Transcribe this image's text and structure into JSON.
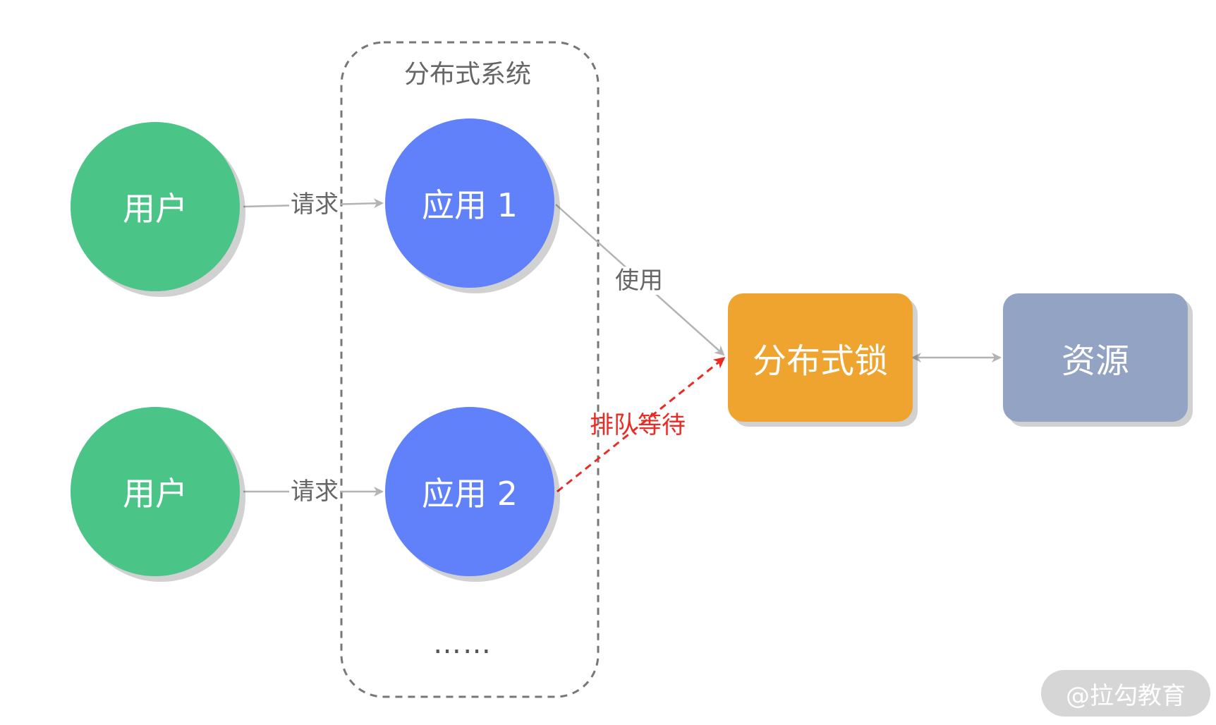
{
  "group": {
    "title": "分布式系统",
    "ellipsis": "……"
  },
  "nodes": {
    "user_1": "用户",
    "user_2": "用户",
    "app_1": "应用 1",
    "app_2": "应用 2",
    "lock": "分布式锁",
    "resource": "资源"
  },
  "edges": {
    "request_1": "请求",
    "request_2": "请求",
    "use": "使用",
    "queue_wait": "排队等待"
  },
  "colors": {
    "user": "#4bc487",
    "app": "#6181fb",
    "lock": "#eea42e",
    "resource": "#93a3c4",
    "edge": "#b3b3b3",
    "wait_edge": "#ec2a24"
  },
  "watermark": "@拉勾教育"
}
